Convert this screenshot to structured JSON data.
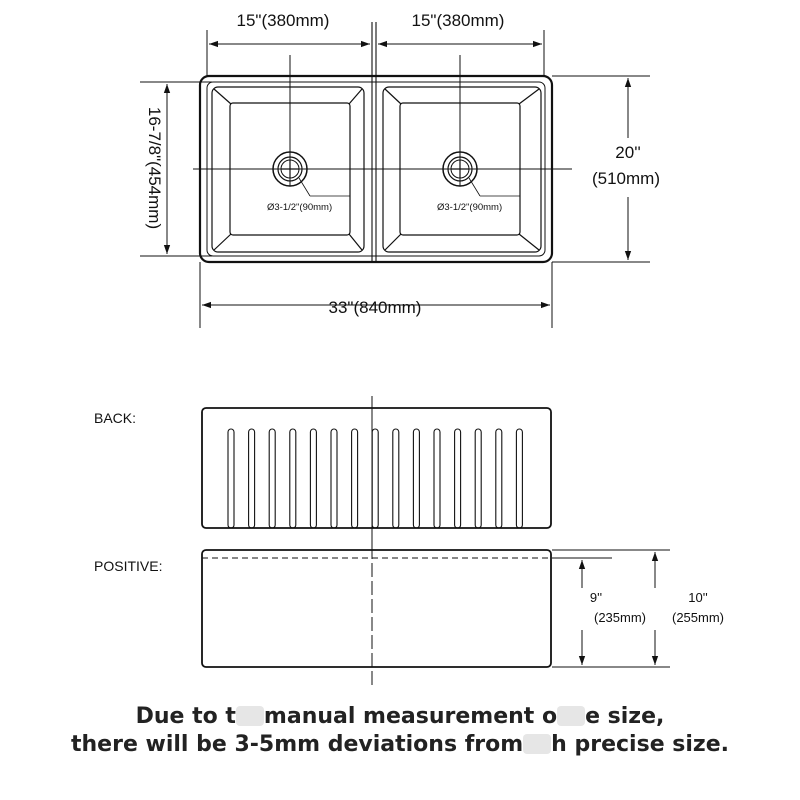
{
  "top_view": {
    "width_left": "15\"(380mm)",
    "width_right": "15\"(380mm)",
    "overall_width": "33\"(840mm)",
    "overall_depth_line1": "20''",
    "overall_depth_line2": "(510mm)",
    "bowl_depth": "16-7/8\"(454mm)",
    "drain_left": "Ø3-1/2\"(90mm)",
    "drain_right": "Ø3-1/2\"(90mm)"
  },
  "views": {
    "back_label": "BACK:",
    "front_label": "POSITIVE:"
  },
  "front_view": {
    "inner_height_line1": "9''",
    "inner_height_line2": "(235mm)",
    "outer_height_line1": "10''",
    "outer_height_line2": "(255mm)"
  },
  "note": {
    "line1_a": "Due to t",
    "line1_b": "manual measurement o",
    "line1_c": "e size,",
    "line2_a": "there will be 3-5mm deviations from",
    "line2_b": "h precise size."
  },
  "colors": {
    "line": "#111111",
    "note_text": "#222222"
  }
}
